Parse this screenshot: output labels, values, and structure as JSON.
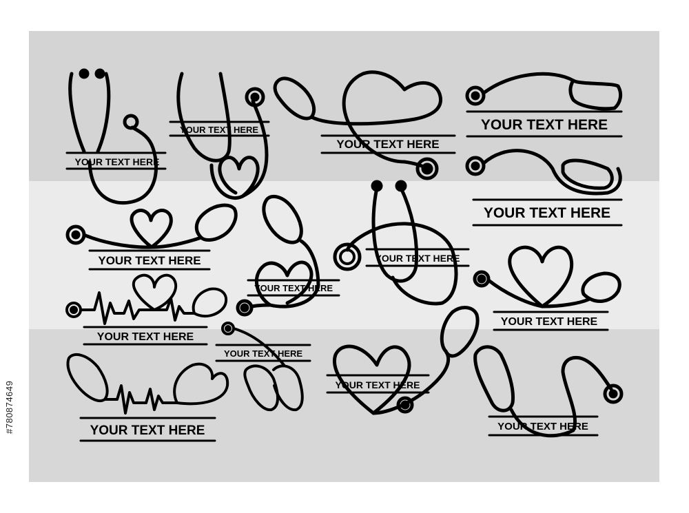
{
  "stock_id": "#780874649",
  "design": {
    "placeholder_text": "YOUR TEXT HERE",
    "line_color": "#000000",
    "band_colors": [
      "#d4d4d4",
      "#ebebeb",
      "#d7d7d7"
    ]
  },
  "designs": [
    {
      "label": "YOUR TEXT HERE",
      "icon": "stethoscope-icon"
    },
    {
      "label": "YOUR TEXT HERE",
      "icon": "stethoscope-heart-icon"
    },
    {
      "label": "YOUR TEXT HERE",
      "icon": "stethoscope-heart-icon"
    },
    {
      "label": "YOUR TEXT HERE",
      "icon": "stethoscope-icon"
    },
    {
      "label": "YOUR TEXT HERE",
      "icon": "stethoscope-icon"
    },
    {
      "label": "YOUR TEXT HERE",
      "icon": "stethoscope-heart-icon"
    },
    {
      "label": "YOUR TEXT HERE",
      "icon": "stethoscope-heart-icon"
    },
    {
      "label": "YOUR TEXT HERE",
      "icon": "stethoscope-icon"
    },
    {
      "label": "YOUR TEXT HERE",
      "icon": "stethoscope-heart-icon"
    },
    {
      "label": "YOUR TEXT HERE",
      "icon": "heartbeat-heart-icon"
    },
    {
      "label": "YOUR TEXT HERE",
      "icon": "stethoscope-icon"
    },
    {
      "label": "YOUR TEXT HERE",
      "icon": "heartbeat-heart-icon"
    },
    {
      "label": "YOUR TEXT HERE",
      "icon": "stethoscope-heart-icon"
    },
    {
      "label": "YOUR TEXT HERE",
      "icon": "stethoscope-icon"
    }
  ]
}
